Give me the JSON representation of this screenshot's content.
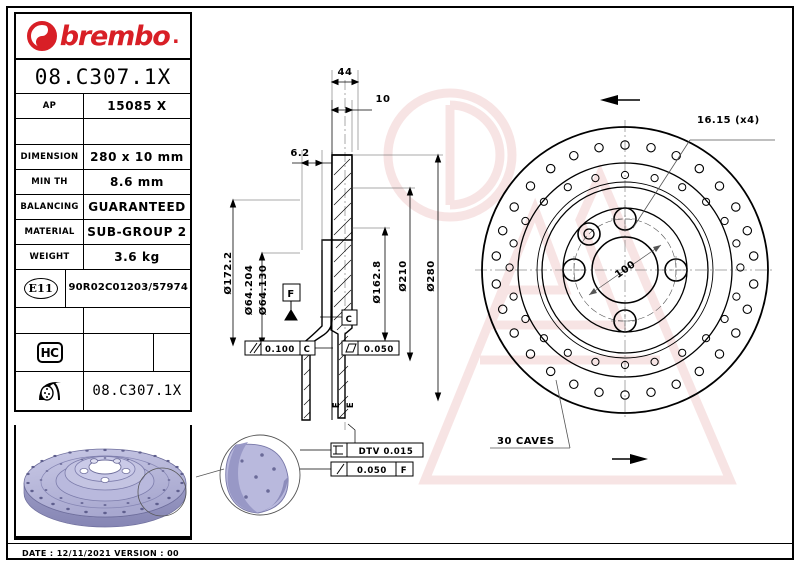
{
  "document": {
    "part_number": "08.C307.1X",
    "brand": "brembo",
    "footer": "DATE : 12/11/2021 VERSION : 00"
  },
  "info_table": {
    "ap_label": "AP",
    "ap_value": "15085 X",
    "rows": [
      {
        "label": "DIMENSION",
        "value": "280 x 10 mm"
      },
      {
        "label": "MIN TH",
        "value": "8.6 mm"
      },
      {
        "label": "BALANCING",
        "value": "GUARANTEED"
      },
      {
        "label": "MATERIAL",
        "value": "SUB-GROUP 2"
      },
      {
        "label": "WEIGHT",
        "value": "3.6 kg"
      }
    ],
    "approval": {
      "badge": "E11",
      "line1": "90R",
      "line2": "02C01203/57974"
    },
    "hc_badge": "HC",
    "disc_badge_part": "08.C307.1X"
  },
  "section_view": {
    "dim_44": "44",
    "dim_10": "10",
    "dim_6_2": "6.2",
    "dia_172_2": "Ø172.2",
    "dia_64_204": "Ø64.204",
    "dia_64_130": "Ø64.130",
    "dia_162_8": "Ø162.8",
    "dia_210": "Ø210",
    "dia_280": "Ø280",
    "datum_f": "F",
    "datum_c": "C",
    "datum_e_1": "E",
    "datum_e_2": "E",
    "tol_parallel_sym": "∥",
    "tol_parallel_val": "0.100",
    "tol_parallel_datum": "C",
    "tol_flat_sym": "▱",
    "tol_flat_val": "0.050",
    "tol_dtv_sym": "⊥",
    "tol_dtv_val": "DTV 0.015",
    "tol_runout_sym": "╱",
    "tol_runout_val": "0.050",
    "tol_runout_datum": "F"
  },
  "face_view": {
    "bolt_hole_label": "16.15 (x4)",
    "pcd_label": "100",
    "holes_label": "30 CAVES"
  },
  "chart_data": {
    "type": "table",
    "title": "Brembo Brake Disc 08.C307.1X Technical Drawing",
    "specifications": {
      "dimension_mm": "280 x 10",
      "outer_diameter_mm": 280,
      "thickness_mm": 10,
      "min_thickness_mm": 8.6,
      "weight_kg": 3.6,
      "material": "SUB-GROUP 2",
      "balancing": "GUARANTEED",
      "bolt_circle_mm": 100,
      "bolt_holes": 4,
      "bolt_hole_dia_mm": 16.15,
      "drilled_holes": 30,
      "center_bore_mm": "64.204 / 64.130",
      "hat_offset_mm": 44,
      "hat_wall_mm": 6.2,
      "friction_ring_inner_dia_mm": 162.8,
      "intermediate_dia_mm": 210,
      "hat_dia_mm": 172.2
    },
    "tolerances": [
      {
        "symbol": "parallelism",
        "value": 0.1,
        "datum": "C"
      },
      {
        "symbol": "flatness",
        "value": 0.05,
        "datum": ""
      },
      {
        "symbol": "dtv",
        "value": 0.015,
        "datum": ""
      },
      {
        "symbol": "runout",
        "value": 0.05,
        "datum": "F"
      }
    ]
  }
}
